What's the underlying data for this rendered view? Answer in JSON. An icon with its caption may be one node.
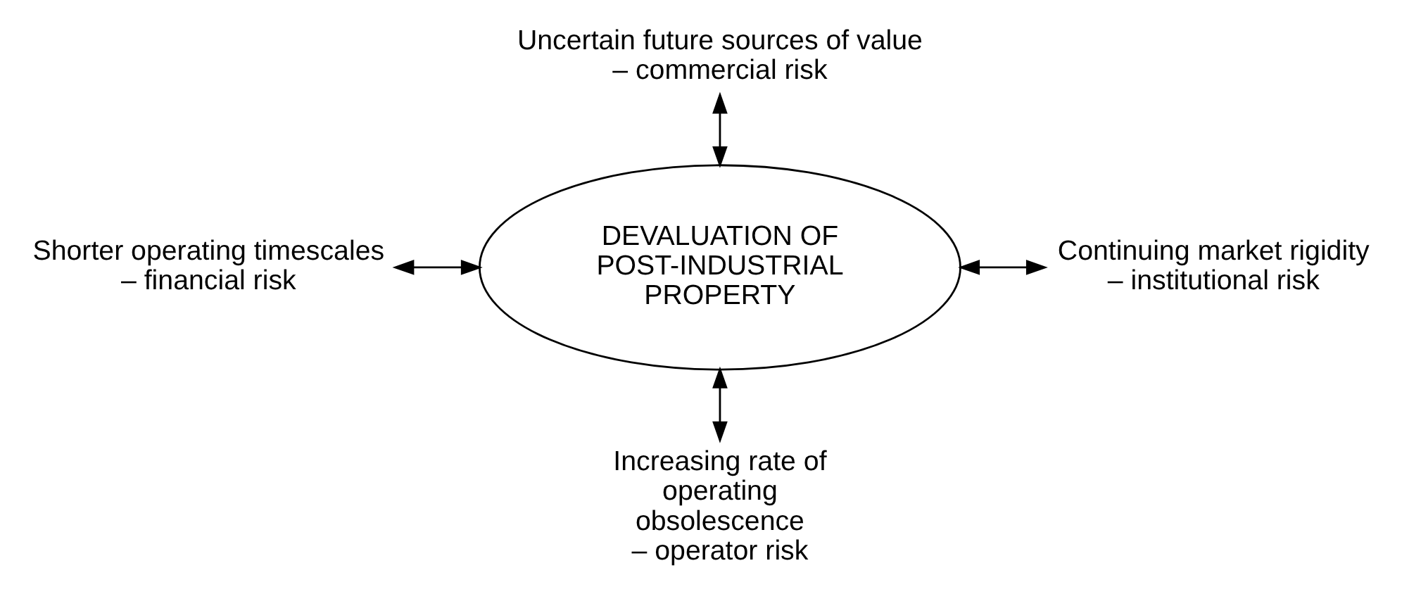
{
  "diagram": {
    "nodes": [
      {
        "text": [
          "Uncertain future sources of value",
          "– commercial risk"
        ]
      },
      {
        "text": [
          "Shorter operating timescales",
          "– financial risk"
        ]
      },
      {
        "text": [
          "DEVALUATION OF POST-INDUSTRIAL PROPERTY"
        ]
      },
      {
        "text": [
          "Continuing market rigidity",
          "– institutional risk"
        ]
      },
      {
        "text": [
          "Increasing rate of operating obsolescence",
          "– operator risk"
        ]
      }
    ],
    "edges": [
      {
        "from": 0,
        "to": 2,
        "arrow": "both"
      },
      {
        "from": 1,
        "to": 2,
        "arrow": "both"
      },
      {
        "from": 2,
        "to": 3,
        "arrow": "both"
      },
      {
        "from": 2,
        "to": 4,
        "arrow": "both"
      }
    ]
  }
}
